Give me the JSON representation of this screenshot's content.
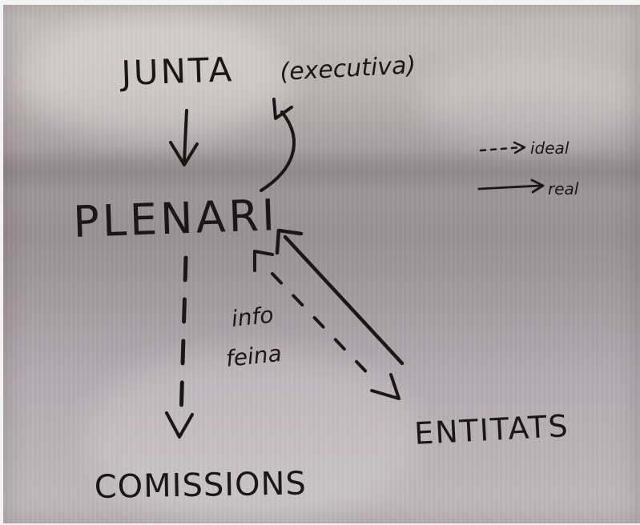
{
  "diagram": {
    "nodes": {
      "junta": "JUNTA",
      "executiva": "(executiva)",
      "plenari": "PLENARI",
      "comissions": "COMISSIONS",
      "entitats": "ENTITATS"
    },
    "edge_labels": {
      "info": "info",
      "feina": "feina"
    },
    "legend": {
      "ideal": "ideal",
      "real": "real"
    }
  },
  "ink_color": "#1a1716"
}
